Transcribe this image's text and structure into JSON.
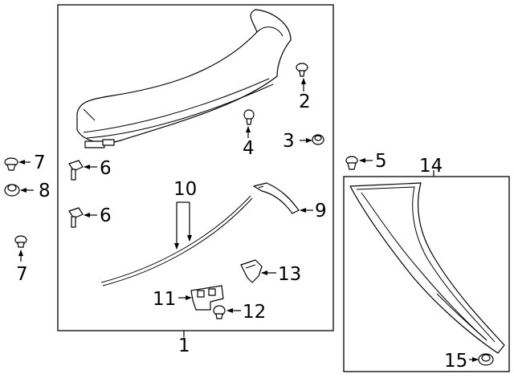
{
  "callouts": {
    "c1": "1",
    "c2": "2",
    "c3": "3",
    "c4": "4",
    "c5": "5",
    "c6a": "6",
    "c6b": "6",
    "c7a": "7",
    "c7b": "7",
    "c8": "8",
    "c9": "9",
    "c10": "10",
    "c11": "11",
    "c12": "12",
    "c13": "13",
    "c14": "14",
    "c15": "15"
  }
}
